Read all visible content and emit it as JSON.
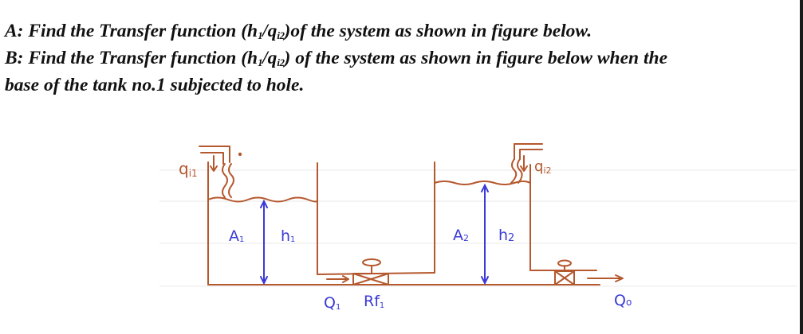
{
  "questions": {
    "a": {
      "prefix": "A: Find the Transfer function (h",
      "sub1": "1",
      "mid": "/q",
      "sub2": "i2",
      "suffix": ")of the system as shown in figure below."
    },
    "b": {
      "prefix": "B: Find the Transfer function (h",
      "sub1": "1",
      "mid": "/q",
      "sub2": "i2",
      "suffix": ") of the system as shown in figure below when the",
      "line2": "base of the tank no.1 subjected to hole."
    }
  },
  "diagram": {
    "colors": {
      "tank": "#b5582e",
      "label_orange": "#b5582e",
      "label_blue": "#3a3ad6",
      "grid": "#e6e6e6"
    },
    "tank1": {
      "inflow_label": "q",
      "inflow_sub": "i1",
      "area_label": "A",
      "area_sub": "1",
      "height_label": "h",
      "height_sub": "1"
    },
    "tank2": {
      "inflow_label": "q",
      "inflow_sub": "i2",
      "area_label": "A",
      "area_sub": "2",
      "height_label": "h",
      "height_sub": "2"
    },
    "valve1": {
      "flow_label": "Q",
      "flow_sub": "1",
      "resistance_label": "Rf",
      "resistance_sub": "1"
    },
    "outlet": {
      "flow_label": "Q",
      "flow_sub": "o"
    }
  }
}
